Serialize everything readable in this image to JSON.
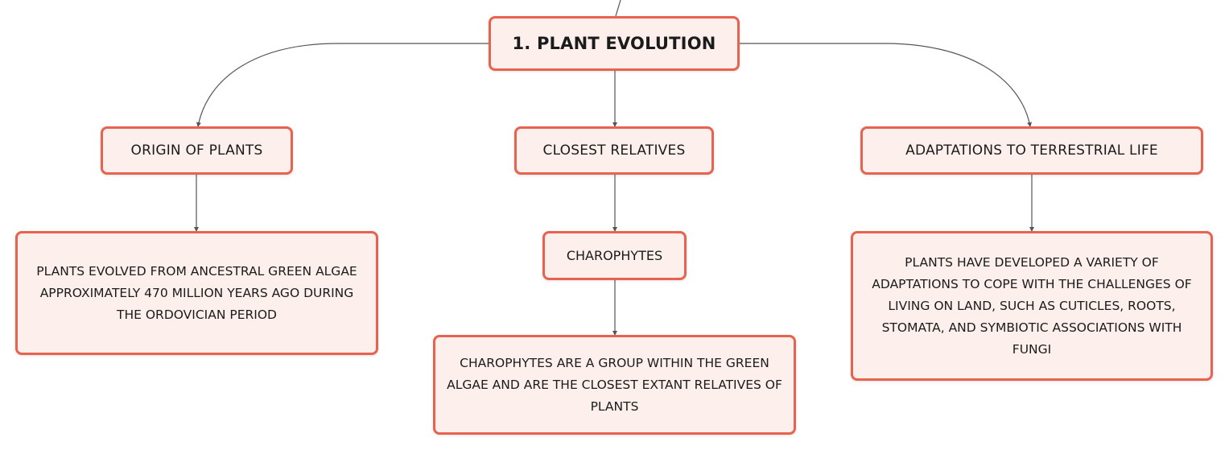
{
  "mindmap": {
    "root": {
      "label": "1. PLANT EVOLUTION"
    },
    "branches": [
      {
        "label": "ORIGIN OF PLANTS",
        "detail": "PLANTS EVOLVED FROM ANCESTRAL GREEN ALGAE APPROXIMATELY 470 MILLION YEARS AGO DURING THE ORDOVICIAN PERIOD"
      },
      {
        "label": "CLOSEST RELATIVES",
        "sub": "CHAROPHYTES",
        "detail": "CHAROPHYTES ARE A GROUP WITHIN THE GREEN ALGAE AND ARE THE CLOSEST EXTANT RELATIVES OF PLANTS"
      },
      {
        "label": "ADAPTATIONS TO TERRESTRIAL LIFE",
        "detail": "PLANTS HAVE DEVELOPED A VARIETY OF ADAPTATIONS TO COPE WITH THE CHALLENGES OF LIVING ON LAND, SUCH AS CUTICLES, ROOTS, STOMATA, AND SYMBIOTIC ASSOCIATIONS WITH FUNGI"
      }
    ]
  },
  "colors": {
    "node_border": "#e8634f",
    "node_fill": "#fdf0ec",
    "connector": "#555555"
  }
}
